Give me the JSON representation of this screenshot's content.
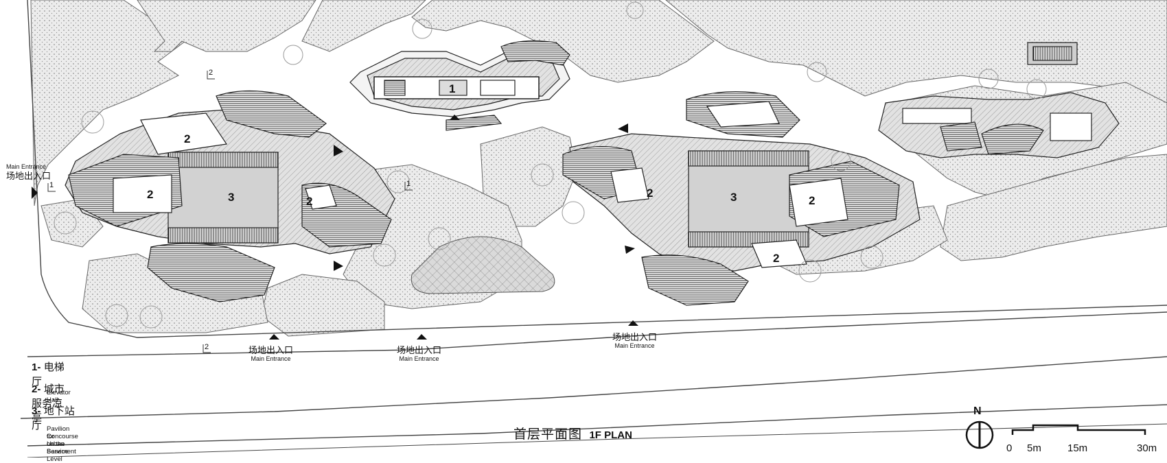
{
  "plan_labels": {
    "elevator_hall_no": "1",
    "pavilion_no": "2",
    "concourse_no": "3",
    "section_1": "1",
    "section_2": "2"
  },
  "entrance": {
    "cn": "场地出入口",
    "en": "Main Entrance"
  },
  "legend": [
    {
      "key": "1-",
      "cn": "电梯厅",
      "en": "Elevator Hall"
    },
    {
      "key": "2-",
      "cn": "城市服务凉亭",
      "en": "Pavilion for Urban Service"
    },
    {
      "key": "3-",
      "cn": "地下站厅",
      "en": "Concourse on the Basement Level"
    }
  ],
  "title": {
    "cn": "首层平面图",
    "en": "1F PLAN"
  },
  "north": "N",
  "scale": [
    "0",
    "5m",
    "15m",
    "30m"
  ]
}
